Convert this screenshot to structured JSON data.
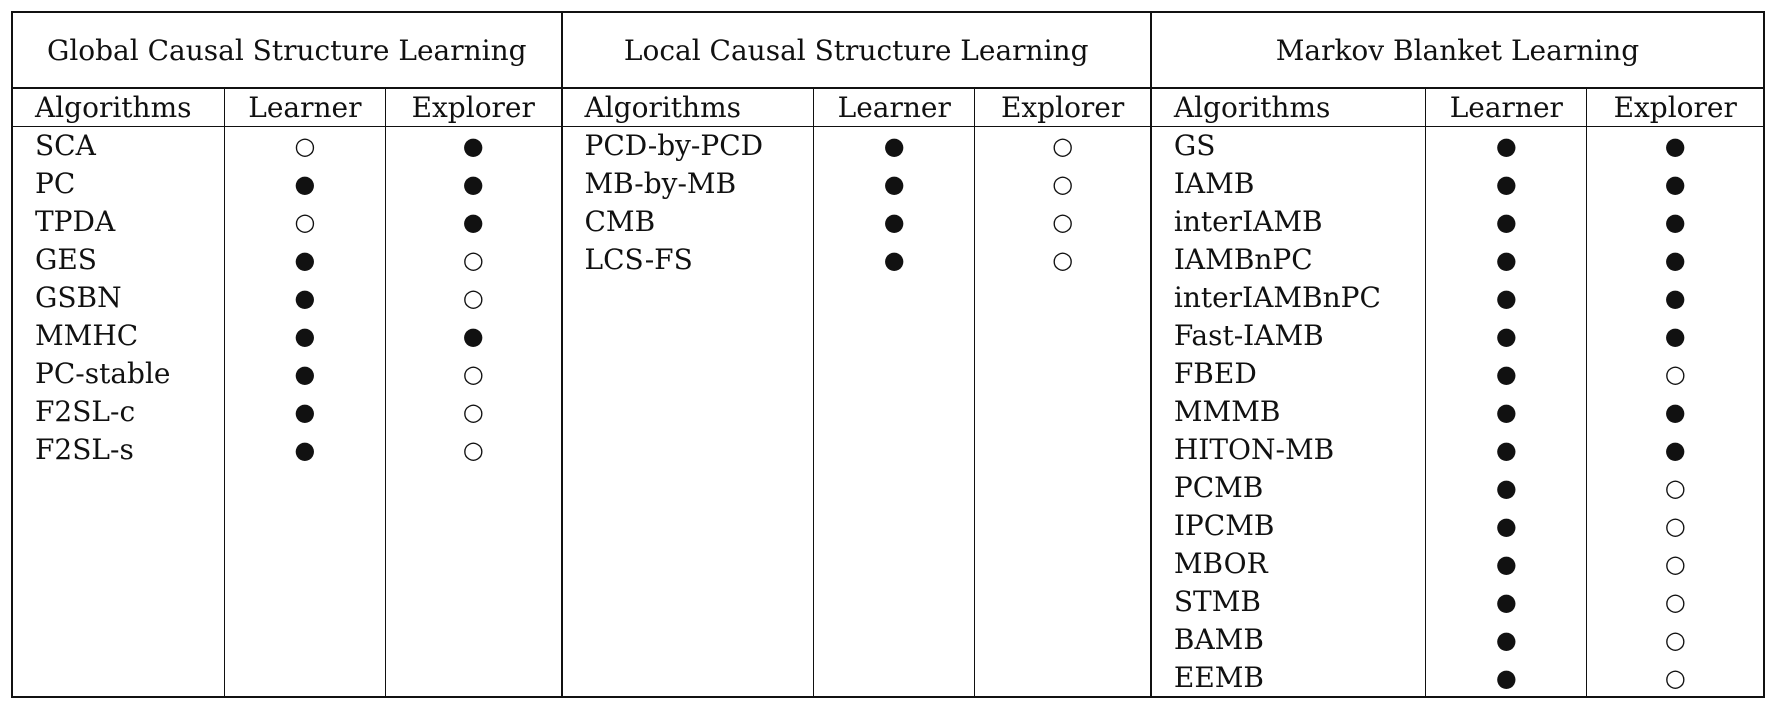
{
  "groups": [
    {
      "title": "Global Causal Structure Learning",
      "headers": [
        "Algorithms",
        "Learner",
        "Explorer"
      ],
      "rows": [
        {
          "algorithm": "SCA",
          "learner": "○",
          "explorer": "●"
        },
        {
          "algorithm": "PC",
          "learner": "●",
          "explorer": "●"
        },
        {
          "algorithm": "TPDA",
          "learner": "○",
          "explorer": "●"
        },
        {
          "algorithm": "GES",
          "learner": "●",
          "explorer": "○"
        },
        {
          "algorithm": "GSBN",
          "learner": "●",
          "explorer": "○"
        },
        {
          "algorithm": "MMHC",
          "learner": "●",
          "explorer": "●"
        },
        {
          "algorithm": "PC-stable",
          "learner": "●",
          "explorer": "○"
        },
        {
          "algorithm": "F2SL-c",
          "learner": "●",
          "explorer": "○"
        },
        {
          "algorithm": "F2SL-s",
          "learner": "●",
          "explorer": "○"
        }
      ]
    },
    {
      "title": "Local Causal Structure Learning",
      "headers": [
        "Algorithms",
        "Learner",
        "Explorer"
      ],
      "rows": [
        {
          "algorithm": "PCD-by-PCD",
          "learner": "●",
          "explorer": "○"
        },
        {
          "algorithm": "MB-by-MB",
          "learner": "●",
          "explorer": "○"
        },
        {
          "algorithm": "CMB",
          "learner": "●",
          "explorer": "○"
        },
        {
          "algorithm": "LCS-FS",
          "learner": "●",
          "explorer": "○"
        }
      ]
    },
    {
      "title": "Markov Blanket Learning",
      "headers": [
        "Algorithms",
        "Learner",
        "Explorer"
      ],
      "rows": [
        {
          "algorithm": "GS",
          "learner": "●",
          "explorer": "●"
        },
        {
          "algorithm": "IAMB",
          "learner": "●",
          "explorer": "●"
        },
        {
          "algorithm": "interIAMB",
          "learner": "●",
          "explorer": "●"
        },
        {
          "algorithm": "IAMBnPC",
          "learner": "●",
          "explorer": "●"
        },
        {
          "algorithm": "interIAMBnPC",
          "learner": "●",
          "explorer": "●"
        },
        {
          "algorithm": "Fast-IAMB",
          "learner": "●",
          "explorer": "●"
        },
        {
          "algorithm": "FBED",
          "learner": "●",
          "explorer": "○"
        },
        {
          "algorithm": "MMMB",
          "learner": "●",
          "explorer": "●"
        },
        {
          "algorithm": "HITON-MB",
          "learner": "●",
          "explorer": "●"
        },
        {
          "algorithm": "PCMB",
          "learner": "●",
          "explorer": "○"
        },
        {
          "algorithm": "IPCMB",
          "learner": "●",
          "explorer": "○"
        },
        {
          "algorithm": "MBOR",
          "learner": "●",
          "explorer": "○"
        },
        {
          "algorithm": "STMB",
          "learner": "●",
          "explorer": "○"
        },
        {
          "algorithm": "BAMB",
          "learner": "●",
          "explorer": "○"
        },
        {
          "algorithm": "EEMB",
          "learner": "●",
          "explorer": "○"
        }
      ]
    }
  ]
}
